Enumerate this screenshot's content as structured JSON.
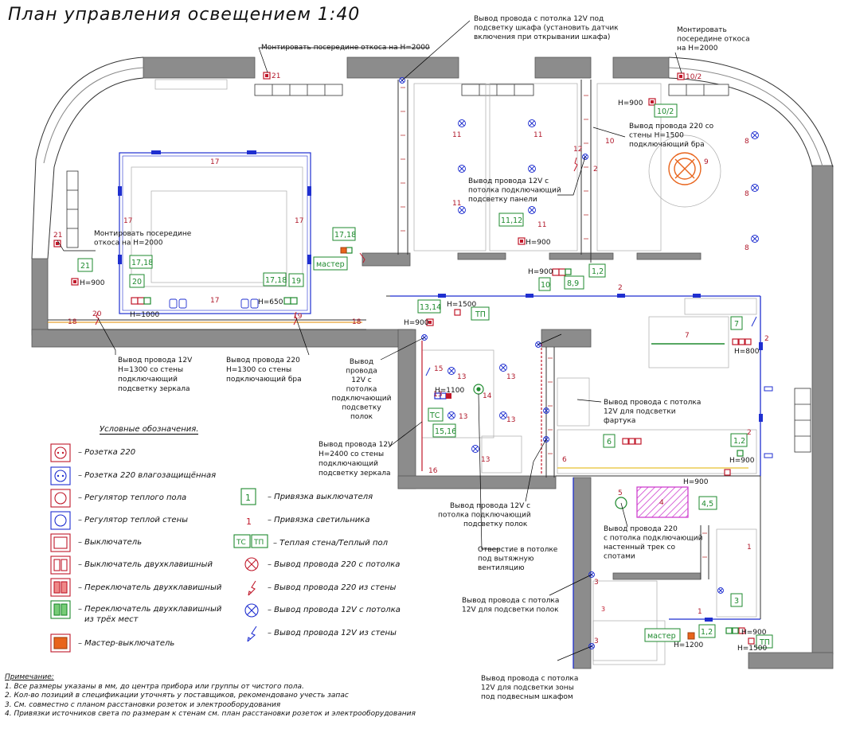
{
  "title": "План управления освещением 1:40",
  "callouts": {
    "c1": "Монтировать посередине откоса на H=2000",
    "c2": [
      "Вывод провода с потолка 12V под",
      "подсветку шкафа (установить датчик",
      "включения при открывании шкафа)"
    ],
    "c3": [
      "Монтировать",
      "посередине откоса",
      "на H=2000"
    ],
    "c4": [
      "Вывод провода 220 со",
      "стены H=1500",
      "подключающий бра"
    ],
    "c5": [
      "Вывод провода 12V с",
      "потолка подключающий",
      "подсветку панели"
    ],
    "c6": [
      "Монтировать посередине",
      "откоса на H=2000"
    ],
    "c7": [
      "Вывод провода 12V",
      "H=1300 со стены",
      "подключающий",
      "подсветку зеркала"
    ],
    "c8": [
      "Вывод провода 220",
      "H=1300 со стены",
      "подключающий бра"
    ],
    "c9": [
      "Вывод",
      "провода",
      "12V с",
      "потолка",
      "подключающий",
      "подсветку",
      "полок"
    ],
    "c10": [
      "Вывод провода 12V",
      "H=2400 со стены",
      "подключающий",
      "подсветку зеркала"
    ],
    "c11": [
      "Вывод провода с потолка",
      "12V для подсветки",
      "фартука"
    ],
    "c12": [
      "Вывод провода 12V с",
      "потолка подключающий",
      "подсветку полок"
    ],
    "c13": [
      "Вывод провода 220",
      "с потолка подключающий",
      "настенный трек со",
      "спотами"
    ],
    "c14": [
      "Отверстие в потолке",
      "под вытяжную",
      "вентиляцию"
    ],
    "c15": [
      "Вывод провода с потолка",
      "12V для подсветки полок"
    ],
    "c16": [
      "Вывод провода с потолка",
      "12V для подсветки зоны",
      "под подвесным шкафом"
    ]
  },
  "labels": {
    "n21a": "21",
    "n10_2a": "10/2",
    "n10_2b": "10/2",
    "h900a": "H=900",
    "n11a": "11",
    "n11b": "11",
    "n11c": "11",
    "n11d": "11",
    "n12": "12",
    "n10": "10",
    "n2a": "2",
    "n8a": "8",
    "n8b": "8",
    "n8c": "8",
    "n9": "9",
    "n17a": "17",
    "n17b": "17",
    "n17c": "17",
    "n17d": "17",
    "n21b": "21",
    "n21c": "21",
    "h900b": "H=900",
    "n17_18a": "17,18",
    "n20": "20",
    "h1000": "H=1000",
    "n17_18b": "17,18",
    "n19": "19",
    "h650": "H=650",
    "n17_18c": "17,18",
    "master1": "мастер",
    "n11_12": "11,12",
    "h900c": "H=900",
    "n1_2a": "1,2",
    "h900d": "H=900",
    "n10b": "10",
    "n8_9": "8,9",
    "n2b": "2",
    "n20b": "20",
    "n19b": "19",
    "n18a": "18",
    "n18b": "18",
    "n13_14": "13,14",
    "h1500a": "H=1500",
    "tp1": "ТП",
    "h900e": "H=900",
    "n7": "7",
    "n7b": "7",
    "h800": "H=800",
    "n2c": "2",
    "n15": "15",
    "n13a": "13",
    "n13b": "13",
    "n13c": "13",
    "n13d": "13",
    "n13e": "13",
    "n13f": "13",
    "h1100": "H=1100",
    "tc1": "ТС",
    "n15_16": "15,16",
    "n14": "14",
    "n16": "16",
    "n6": "6",
    "n6b": "6",
    "n1_2b": "1,2",
    "h900f": "H=900",
    "n2d": "2",
    "h900g": "H=900",
    "n4_5": "4,5",
    "n5": "5",
    "n4": "4",
    "n1a": "1",
    "n3a": "3",
    "n3b": "3",
    "n3c": "3",
    "n1b": "1",
    "master2": "мастер",
    "h1200": "H=1200",
    "n1_2c": "1,2",
    "h900h": "H=900",
    "h1500b": "H=1500",
    "tp2": "ТП"
  },
  "legend": {
    "title": "Условные обозначения.",
    "left": [
      "– Розетка 220",
      "– Розетка 220 влагозащищённая",
      "– Регулятор теплого пола",
      "– Регулятор теплой стены",
      "– Выключатель",
      "– Выключатель двухклавишный",
      "– Переключатель двухклавишный",
      "– Переключатель двухклавишный",
      "из трёх мест",
      "– Мастер-выключатель"
    ],
    "right": [
      "– Привязка выключателя",
      "– Привязка светильника",
      "– Теплая стена/Теплый пол",
      "– Вывод провода 220 с потолка",
      "– Вывод провода 220 из стены",
      "– Вывод провода 12V с потолка",
      "– Вывод провода 12V из стены"
    ],
    "sym_switch": "1",
    "sym_light": "1",
    "sym_tc": "ТС",
    "sym_tp": "ТП"
  },
  "remarks": {
    "heading": "Примечание:",
    "lines": [
      "1. Все размеры указаны в мм, до центра прибора или группы от чистого пола.",
      "2. Кол-во позиций в спецификации уточнять у поставщиков, рекомендовано учесть запас",
      "3. См. совместно с планом расстановки розеток и электрооборудования",
      "4. Привязки источников света по размерам к стенам см. план расстановки розеток и электрооборудования"
    ]
  },
  "colors": {
    "wall": "#8c8c8c",
    "red": "#c0182a",
    "green": "#1e8a2e",
    "blue": "#1f2fd0",
    "orange": "#e8641c",
    "magenta": "#cc33cc"
  }
}
